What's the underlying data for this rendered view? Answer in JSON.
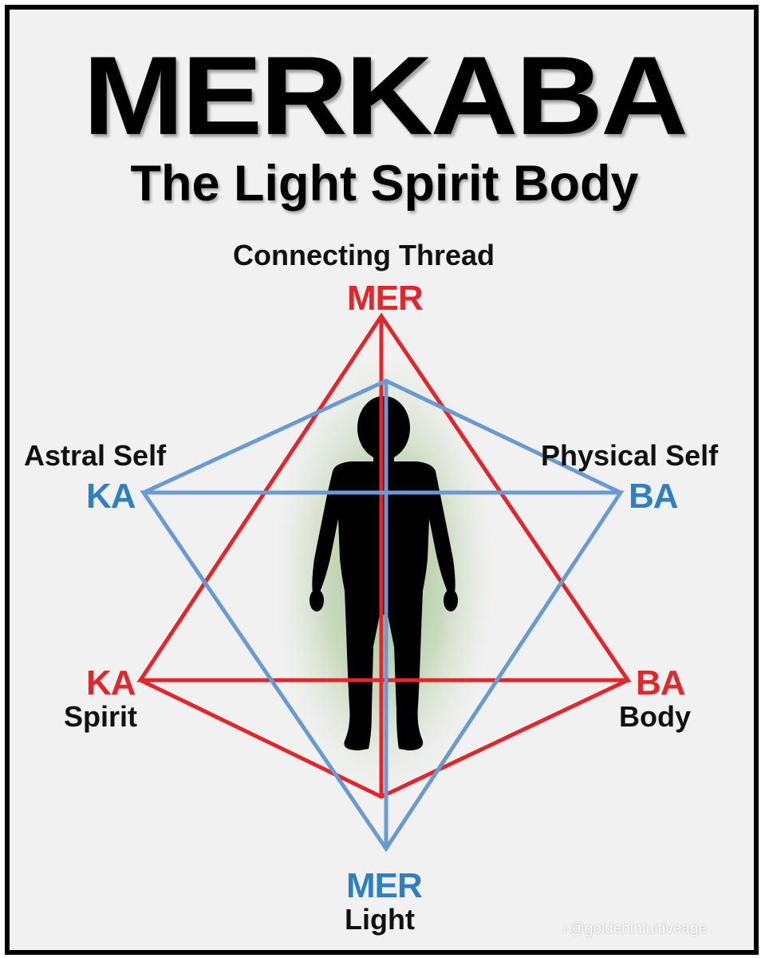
{
  "header": {
    "title": "MERKABA",
    "subtitle": "The Light Spirit Body"
  },
  "labels": {
    "connecting_thread": "Connecting Thread",
    "mer_top": "MER",
    "astral_self": "Astral Self",
    "ka_blue": "KA",
    "physical_self": "Physical Self",
    "ba_blue": "BA",
    "ka_red": "KA",
    "spirit": "Spirit",
    "ba_red": "BA",
    "body": "Body",
    "mer_bottom": "MER",
    "light": "Light"
  },
  "watermark": "♪@goldenintuitiveage",
  "colors": {
    "red": "#e2262b",
    "blue": "#6a9ad3",
    "label_blue": "#2f7fc1",
    "glow": "#8fb87a",
    "figure": "#000000",
    "background": "#f1f1f1"
  }
}
